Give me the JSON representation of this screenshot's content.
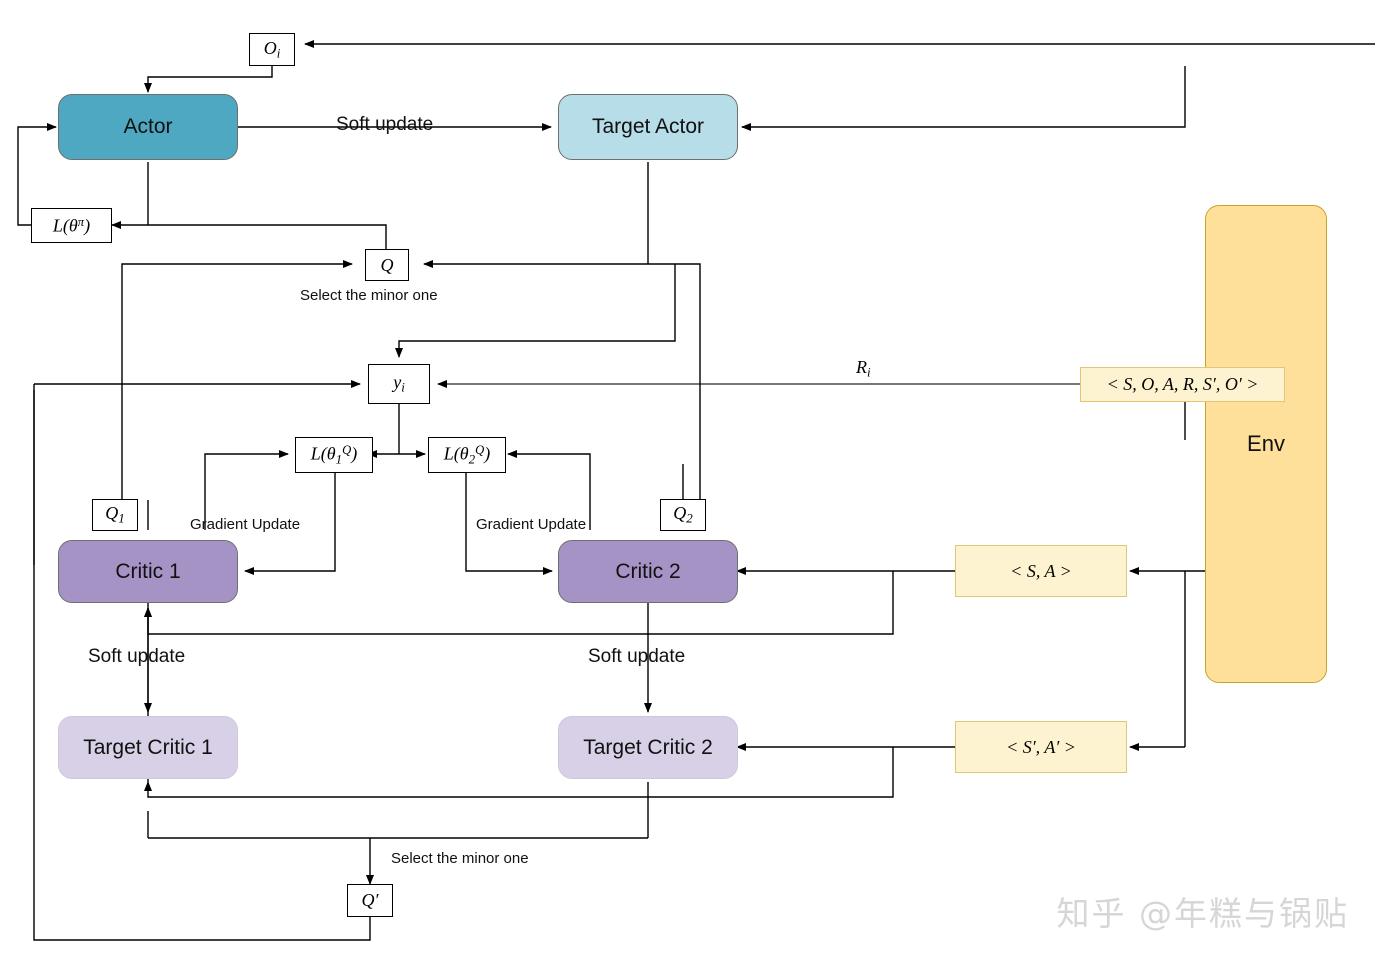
{
  "diagram": {
    "title": "MATD3 actor-critic training flow",
    "colors": {
      "actor": "#4fa8c2",
      "target_actor": "#b6dde8",
      "critic": "#a693c6",
      "target_critic": "#d8d0e6",
      "env": "#ffe09a",
      "env_label_box": "#fdf3d0",
      "line": "#000000",
      "watermark": "#d6d6d6"
    },
    "nodes": {
      "actor": "Actor",
      "target_actor": "Target Actor",
      "critic1": "Critic 1",
      "critic2": "Critic 2",
      "target_critic1": "Target Critic 1",
      "target_critic2": "Target Critic 2",
      "env": "Env"
    },
    "signal_boxes": {
      "o_i": "O",
      "o_i_sub": "i",
      "loss_pi": "L(θ",
      "loss_pi_sup": "π",
      "loss_pi_close": ")",
      "q": "Q",
      "y_i": "y",
      "y_i_sub": "i",
      "loss_q1": "L(θ",
      "loss_q1_sub": "1",
      "loss_q1_sup": "Q",
      "loss_q1_close": ")",
      "loss_q2": "L(θ",
      "loss_q2_sub": "2",
      "loss_q2_sup": "Q",
      "loss_q2_close": ")",
      "q1": "Q",
      "q1_sub": "1",
      "q2": "Q",
      "q2_sub": "2",
      "q_prime": "Q′"
    },
    "env_boxes": {
      "transition": "< S, O, A, R, S′, O′ >",
      "sa": "< S, A >",
      "sa_prime": "< S′, A′ >"
    },
    "edge_labels": {
      "soft_update_actor": "Soft update",
      "select_minor_top": "Select the minor one",
      "gradient_update_1": "Gradient Update",
      "gradient_update_2": "Gradient Update",
      "soft_update_critic1": "Soft update",
      "soft_update_critic2": "Soft update",
      "select_minor_bottom": "Select the minor one",
      "reward": "R",
      "reward_sub": "i"
    },
    "watermark": "知乎 @年糕与锅贴"
  }
}
